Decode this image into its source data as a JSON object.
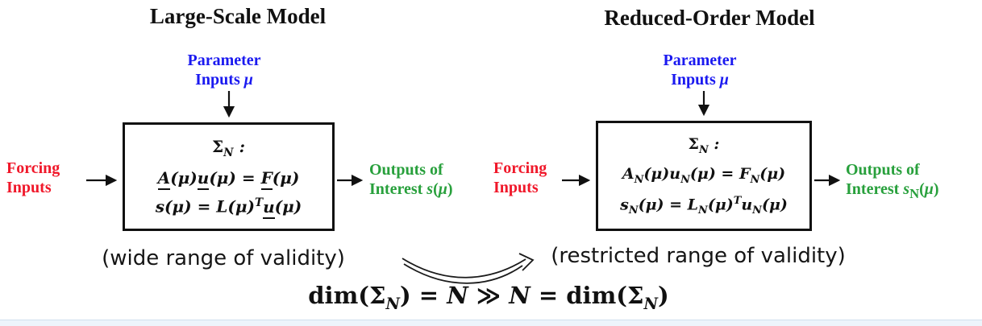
{
  "colors": {
    "blue": "#1a19f0",
    "red": "#f0182a",
    "green": "#28a03c",
    "ink": "#111111",
    "strip": "#edf4fb"
  },
  "left_model": {
    "title": "Large-Scale Model",
    "parameter_inputs": {
      "line1": "Parameter",
      "line2_html": "Inputs <i>μ</i>"
    },
    "forcing_inputs": {
      "line1": "Forcing",
      "line2": "Inputs"
    },
    "outputs": {
      "line1": "Outputs of",
      "line2_html": "Interest <i>s</i>(<i>μ</i>)"
    },
    "box": {
      "system_label_html": "<span class=\"rm\">Σ</span><sub class=\"cal\">N</sub> :",
      "equation1_html": "<span class=\"ut\">A</span>(μ)<span class=\"ut\">u</span>(μ) = <span class=\"ut\">F</span>(μ)",
      "equation2_html": "s(μ) = L(μ)<sup>T</sup><span class=\"ut\">u</span>(μ)"
    },
    "validity_note": "(wide range of validity)"
  },
  "right_model": {
    "title": "Reduced-Order Model",
    "parameter_inputs": {
      "line1": "Parameter",
      "line2_html": "Inputs <i>μ</i>"
    },
    "forcing_inputs": {
      "line1": "Forcing",
      "line2": "Inputs"
    },
    "outputs": {
      "line1": "Outputs of",
      "line2_html": "Interest <i>s</i><sub>N</sub>(<i>μ</i>)"
    },
    "box": {
      "system_label_html": "<span class=\"rm\">Σ</span><sub>N</sub> :",
      "equation1_html": "A<sub>N</sub>(μ)u<sub>N</sub>(μ) = F<sub>N</sub>(μ)",
      "equation2_html": "s<sub>N</sub>(μ) = L<sub>N</sub>(μ)<sup>T</sup>u<sub>N</sub>(μ)"
    },
    "validity_note": "(restricted range of validity)"
  },
  "dimension_relation_html": "dim(<span class=\"rm\">Σ</span><sub class=\"cal\">N</sub>) = <span class=\"cal\">N</span> ≫ <i>N</i> = dim(<span class=\"rm\">Σ</span><sub><i>N</i></sub>)"
}
